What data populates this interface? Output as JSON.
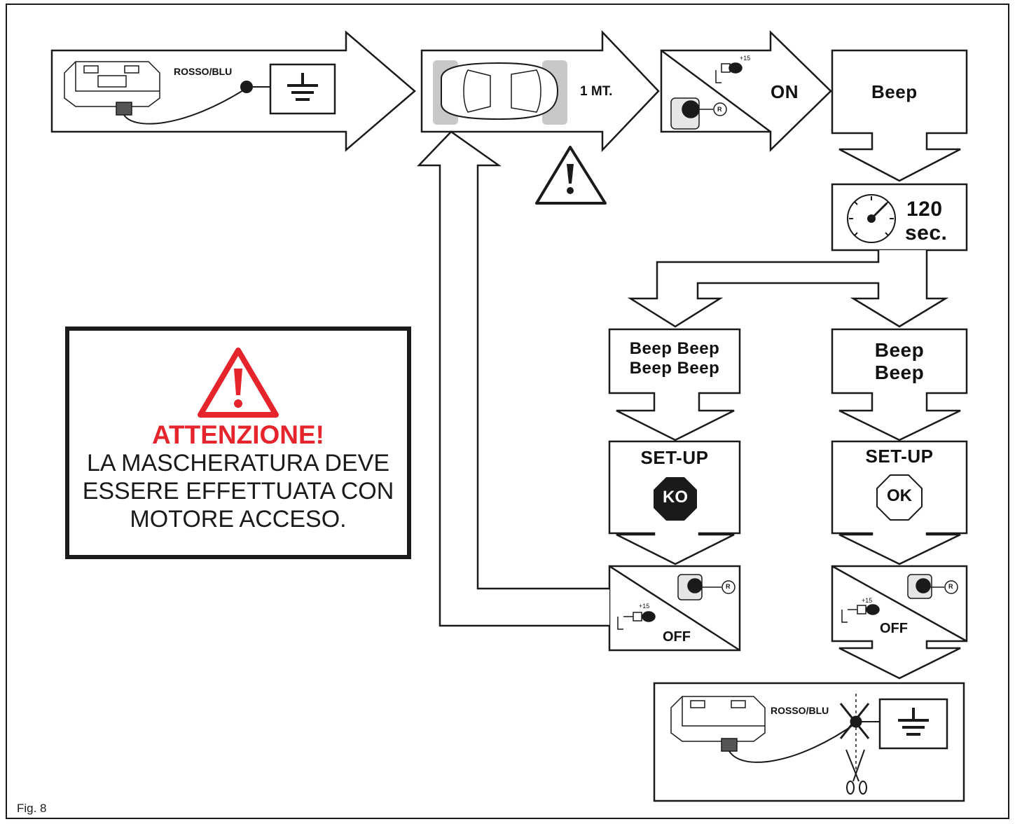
{
  "steps": {
    "wire_label_top": "ROSSO/BLU",
    "distance": "1 MT.",
    "ignition_on": "ON",
    "beep_single": "Beep",
    "timer_value": "120",
    "timer_unit": "sec.",
    "beep4_line1": "Beep Beep",
    "beep4_line2": "Beep Beep",
    "beep2_line1": "Beep",
    "beep2_line2": "Beep",
    "setup_ko_title": "SET-UP",
    "setup_ko_badge": "KO",
    "setup_ok_title": "SET-UP",
    "setup_ok_badge": "OK",
    "ignition_off_left": "OFF",
    "ignition_off_right": "OFF",
    "wire_label_bottom": "ROSSO/BLU",
    "key_label": "+15",
    "gear_r": "R"
  },
  "warning": {
    "title": "ATTENZIONE!",
    "line1": "LA MASCHERATURA DEVE",
    "line2": "ESSERE EFFETTUATA CON",
    "line3": "MOTORE ACCESO."
  },
  "figure_label": "Fig. 8",
  "colors": {
    "ink": "#1a1a1a",
    "warning_red": "#e5242b",
    "car_pad": "#c8c8c8"
  }
}
